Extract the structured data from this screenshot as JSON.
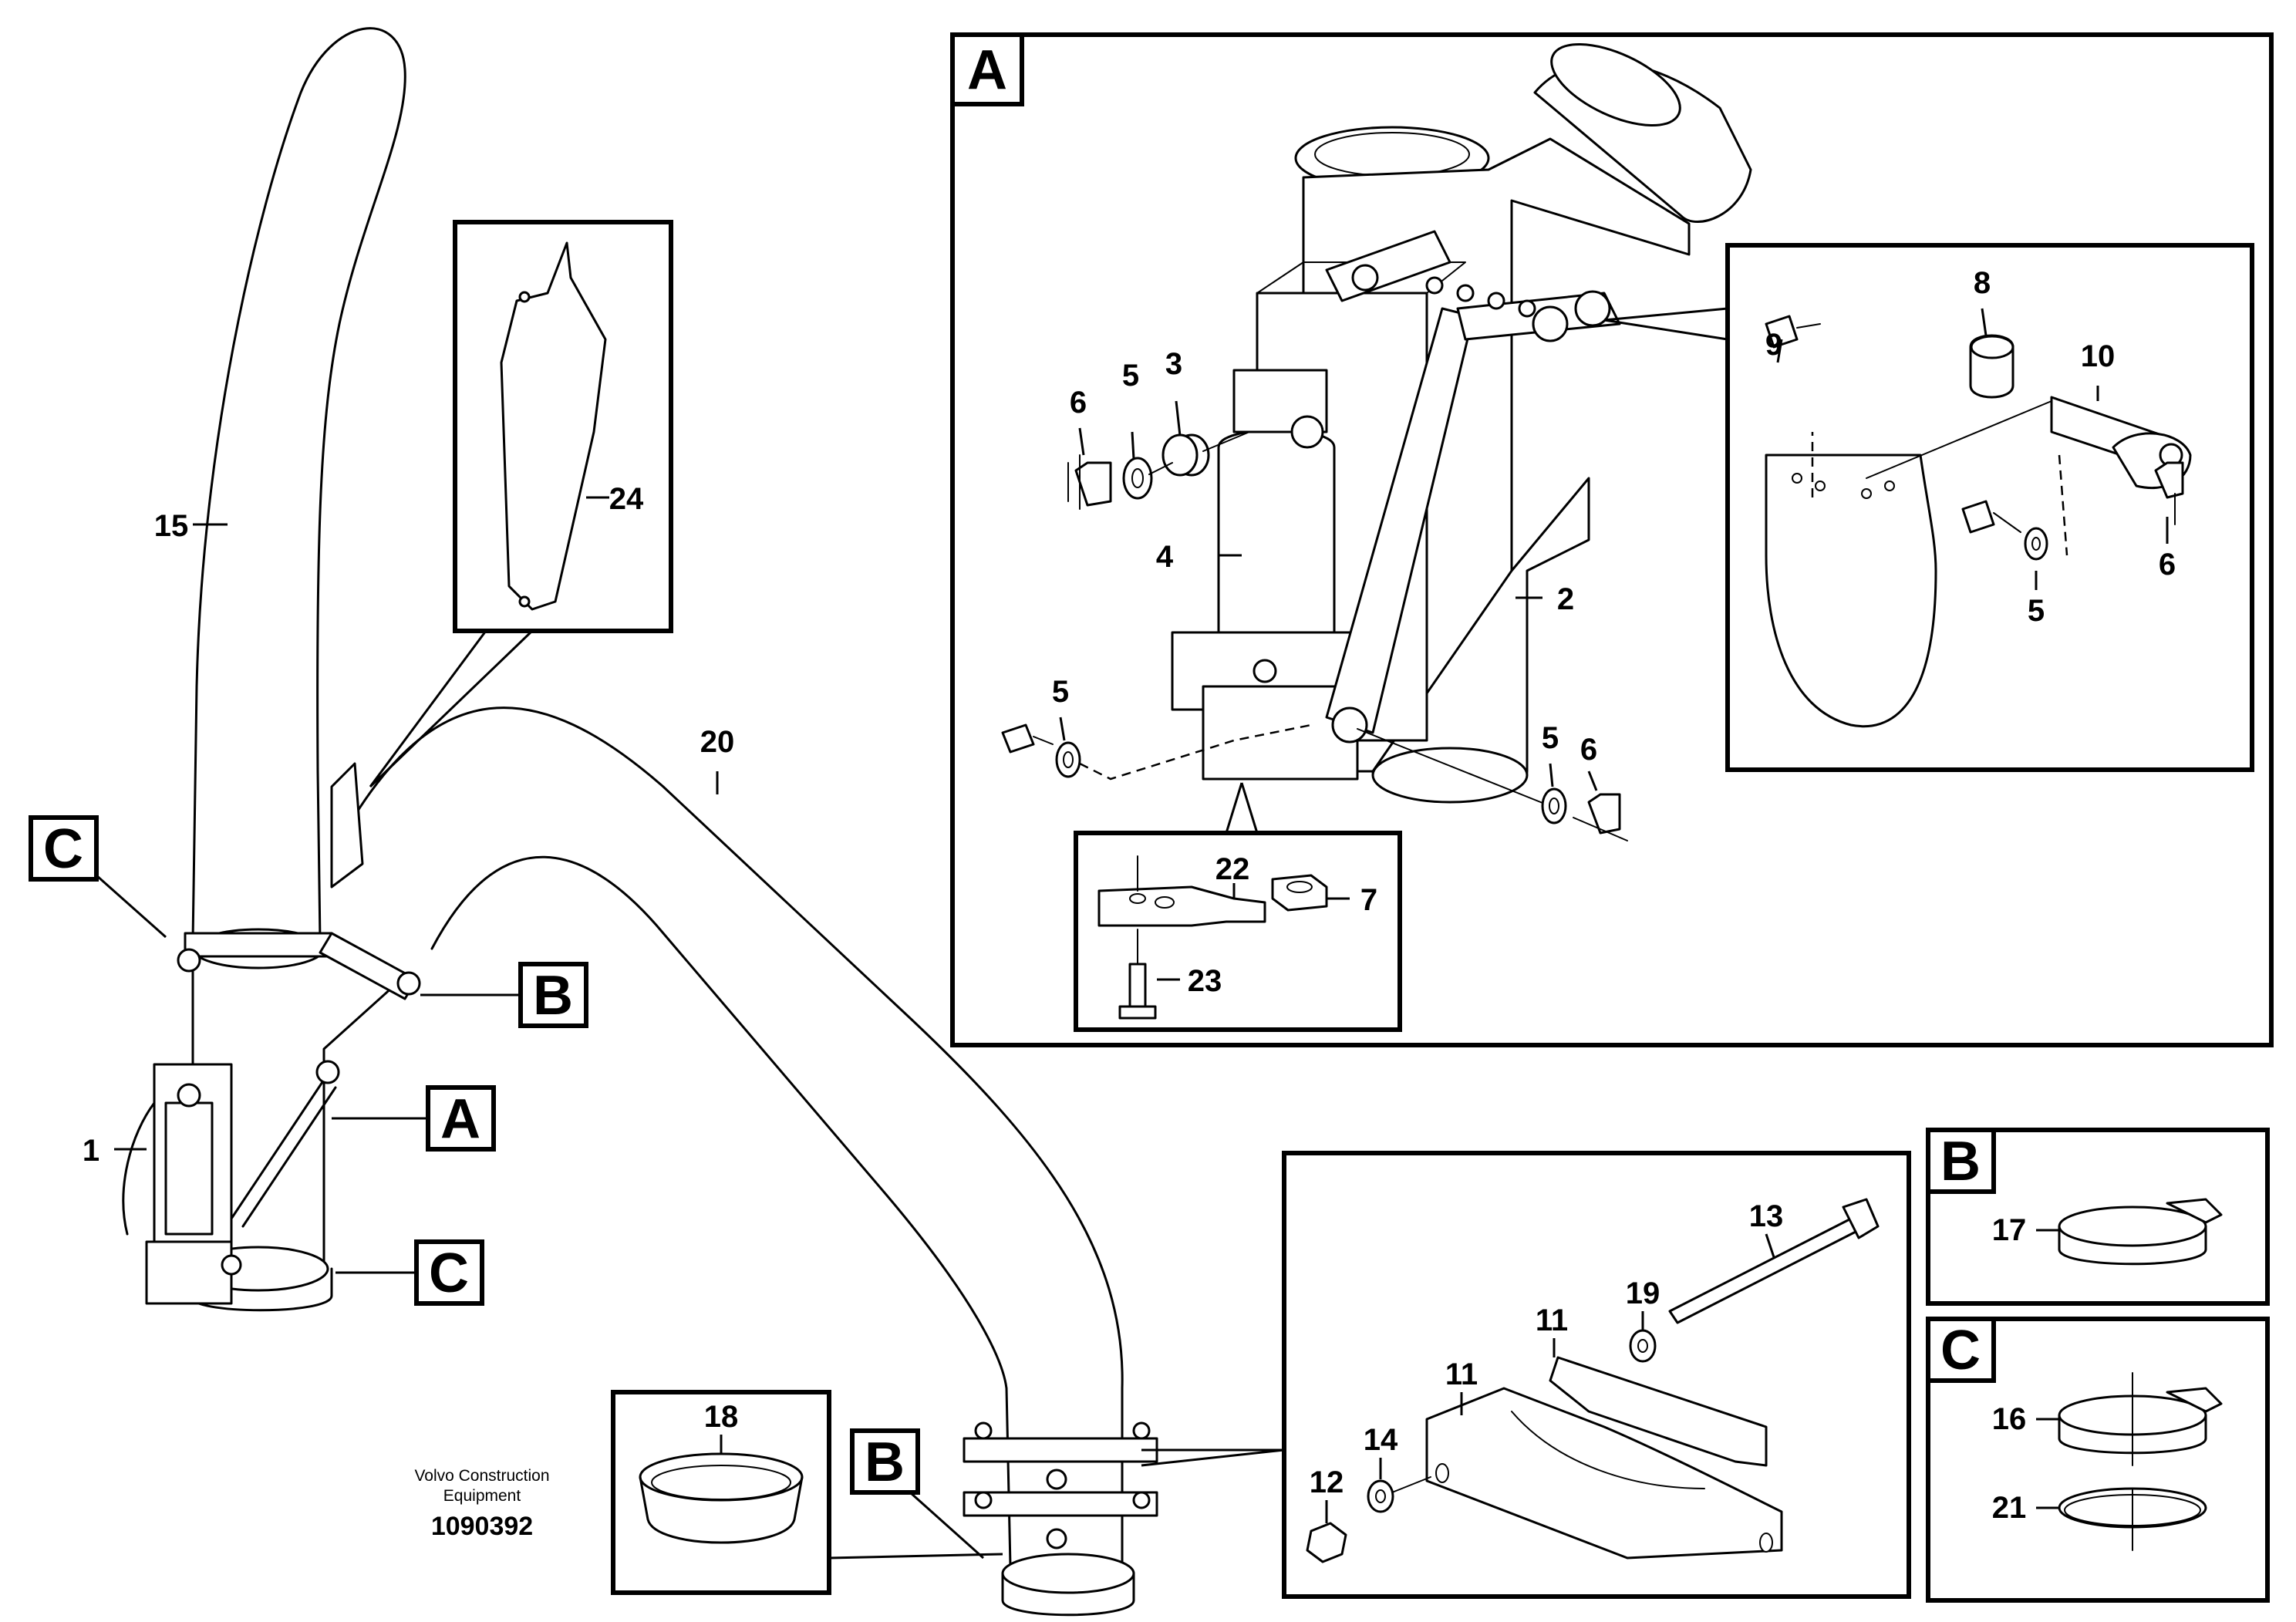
{
  "publisher_lines": [
    "Volvo Construction",
    "Equipment"
  ],
  "figure_code": "1090392",
  "view_letters": {
    "a": "A",
    "b": "B",
    "c": "C"
  },
  "parts": {
    "p1": "1",
    "p2": "2",
    "p3": "3",
    "p4": "4",
    "p5": "5",
    "p6": "6",
    "p7": "7",
    "p8": "8",
    "p9": "9",
    "p10": "10",
    "p11": "11",
    "p12": "12",
    "p13": "13",
    "p14": "14",
    "p15": "15",
    "p16": "16",
    "p17": "17",
    "p18": "18",
    "p19": "19",
    "p20": "20",
    "p21": "21",
    "p22": "22",
    "p23": "23",
    "p24": "24"
  }
}
